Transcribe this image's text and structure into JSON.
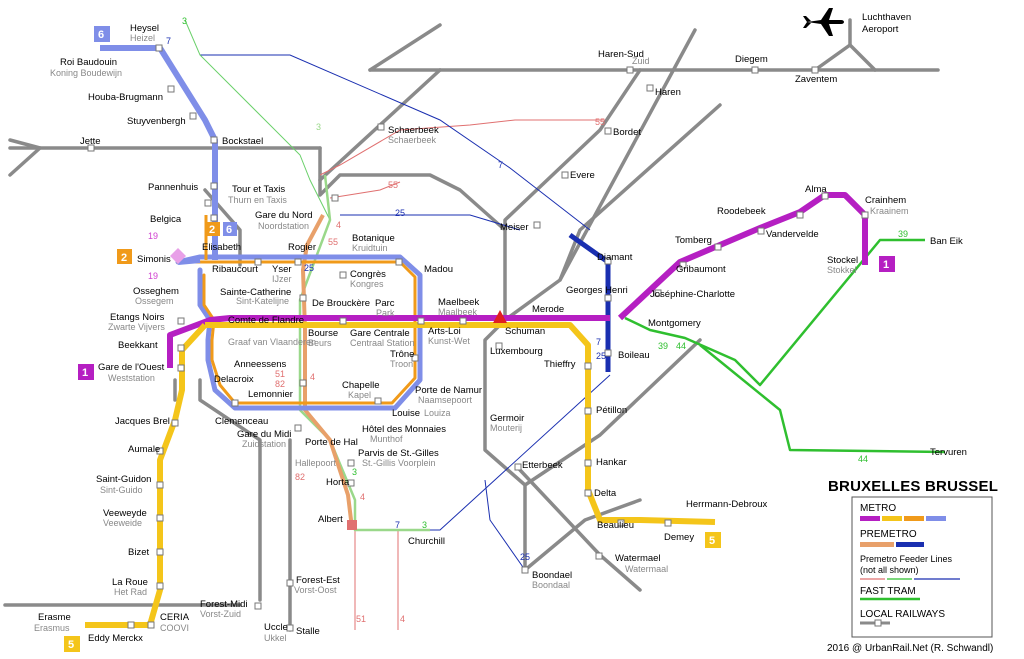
{
  "colors": {
    "line1": "#b51fc2",
    "line2_6": "#f09a1a",
    "line5": "#f4c51a",
    "line6": "#7f8ee8",
    "premetro_orange": "#e8a06a",
    "premetro_blue": "#1a2fb0",
    "fast_tram": "#2fbf2f",
    "feeder": "#e07070",
    "rail": "#8a8a8a",
    "green_light": "#9ad88a"
  },
  "title": "BRUXELLES BRUSSEL",
  "credit": "2016 @ UrbanRail.Net (R. Schwandl)",
  "legend": {
    "metro": "METRO",
    "premetro": "PREMETRO",
    "feeder": "Premetro Feeder Lines",
    "feeder_note": "(not all shown)",
    "fast_tram": "FAST TRAM",
    "local_railways": "LOCAL RAILWAYS"
  },
  "airport": {
    "line1": "Luchthaven",
    "line2": "Aeroport"
  },
  "line_badges": [
    {
      "num": "6",
      "color": "#7f8ee8"
    },
    {
      "num": "2",
      "color": "#f09a1a"
    },
    {
      "num": "6",
      "color": "#7f8ee8"
    },
    {
      "num": "2",
      "color": "#f09a1a"
    },
    {
      "num": "1",
      "color": "#b51fc2"
    },
    {
      "num": "1",
      "color": "#b51fc2"
    },
    {
      "num": "5",
      "color": "#f4c51a"
    },
    {
      "num": "5",
      "color": "#f4c51a"
    }
  ],
  "route_numbers": [
    "3",
    "7",
    "55",
    "7",
    "55",
    "25",
    "4",
    "55",
    "19",
    "19",
    "25",
    "7",
    "25",
    "39",
    "39",
    "44",
    "44",
    "51",
    "82",
    "4",
    "82",
    "3",
    "4",
    "7",
    "3",
    "25",
    "51",
    "4",
    "3"
  ],
  "stations": [
    {
      "name": "Heysel",
      "alt": "Heizel"
    },
    {
      "name": "Roi Baudouin",
      "alt": "Koning Boudewijn"
    },
    {
      "name": "Houba-Brugmann",
      "alt": ""
    },
    {
      "name": "Stuyvenbergh",
      "alt": ""
    },
    {
      "name": "Bockstael",
      "alt": ""
    },
    {
      "name": "Jette",
      "alt": ""
    },
    {
      "name": "Pannenhuis",
      "alt": ""
    },
    {
      "name": "Tour et Taxis",
      "alt": "Thurn en Taxis"
    },
    {
      "name": "Belgica",
      "alt": ""
    },
    {
      "name": "Elisabeth",
      "alt": ""
    },
    {
      "name": "Simonis",
      "alt": ""
    },
    {
      "name": "Gare du Nord",
      "alt": "Noordstation"
    },
    {
      "name": "Rogier",
      "alt": ""
    },
    {
      "name": "Botanique",
      "alt": "Kruidtuin"
    },
    {
      "name": "Schaerbeek",
      "alt": "Schaerbeek"
    },
    {
      "name": "Ribaucourt",
      "alt": ""
    },
    {
      "name": "Yser",
      "alt": "IJzer"
    },
    {
      "name": "Congrès",
      "alt": "Kongres"
    },
    {
      "name": "Madou",
      "alt": ""
    },
    {
      "name": "Osseghem",
      "alt": "Ossegem"
    },
    {
      "name": "Sainte-Catherine",
      "alt": "Sint-Katelijne"
    },
    {
      "name": "De Brouckère",
      "alt": ""
    },
    {
      "name": "Parc",
      "alt": "Park"
    },
    {
      "name": "Maelbeek",
      "alt": "Maalbeek"
    },
    {
      "name": "Etangs Noirs",
      "alt": "Zwarte Vijvers"
    },
    {
      "name": "Comte de Flandre",
      "alt": "Graaf van Vlaanderen"
    },
    {
      "name": "Bourse",
      "alt": "Beurs"
    },
    {
      "name": "Gare Centrale",
      "alt": "Centraal Station"
    },
    {
      "name": "Arts-Loi",
      "alt": "Kunst-Wet"
    },
    {
      "name": "Schuman",
      "alt": ""
    },
    {
      "name": "Beekkant",
      "alt": ""
    },
    {
      "name": "Trône",
      "alt": "Troon"
    },
    {
      "name": "Luxembourg",
      "alt": ""
    },
    {
      "name": "Anneessens",
      "alt": ""
    },
    {
      "name": "Gare de l'Ouest",
      "alt": "Weststation"
    },
    {
      "name": "Delacroix",
      "alt": ""
    },
    {
      "name": "Chapelle",
      "alt": "Kapel"
    },
    {
      "name": "Lemonnier",
      "alt": ""
    },
    {
      "name": "Porte de Namur",
      "alt": "Naamsepoort"
    },
    {
      "name": "Louise",
      "alt": "Louiza"
    },
    {
      "name": "Jacques Brel",
      "alt": ""
    },
    {
      "name": "Clemenceau",
      "alt": ""
    },
    {
      "name": "Gare du Midi",
      "alt": "Zuidstation"
    },
    {
      "name": "Hôtel des Monnaies",
      "alt": "Munthof"
    },
    {
      "name": "Porte de Hal",
      "alt": "Hallepoort"
    },
    {
      "name": "Parvis de St.-Gilles",
      "alt": "St.-Gillis Voorplein"
    },
    {
      "name": "Aumale",
      "alt": ""
    },
    {
      "name": "Horta",
      "alt": ""
    },
    {
      "name": "Saint-Guidon",
      "alt": "Sint-Guido"
    },
    {
      "name": "Veeweyde",
      "alt": "Veeweide"
    },
    {
      "name": "Albert",
      "alt": ""
    },
    {
      "name": "Churchill",
      "alt": ""
    },
    {
      "name": "Bizet",
      "alt": ""
    },
    {
      "name": "La Roue",
      "alt": "Het Rad"
    },
    {
      "name": "CERIA",
      "alt": "COOVI"
    },
    {
      "name": "Erasme",
      "alt": "Erasmus"
    },
    {
      "name": "Eddy Merckx",
      "alt": ""
    },
    {
      "name": "Forest-Est",
      "alt": "Vorst-Oost"
    },
    {
      "name": "Forest-Midi",
      "alt": "Vorst-Zuid"
    },
    {
      "name": "Uccle",
      "alt": "Ukkel"
    },
    {
      "name": "Stalle",
      "alt": ""
    },
    {
      "name": "Germoir",
      "alt": "Mouterij"
    },
    {
      "name": "Etterbeek",
      "alt": ""
    },
    {
      "name": "Boondael",
      "alt": "Boondaal"
    },
    {
      "name": "Watermael",
      "alt": "Watermaal"
    },
    {
      "name": "Thieffry",
      "alt": ""
    },
    {
      "name": "Pétillon",
      "alt": ""
    },
    {
      "name": "Hankar",
      "alt": ""
    },
    {
      "name": "Delta",
      "alt": ""
    },
    {
      "name": "Beaulieu",
      "alt": ""
    },
    {
      "name": "Demey",
      "alt": ""
    },
    {
      "name": "Herrmann-Debroux",
      "alt": ""
    },
    {
      "name": "Merode",
      "alt": ""
    },
    {
      "name": "Boileau",
      "alt": ""
    },
    {
      "name": "Montgomery",
      "alt": ""
    },
    {
      "name": "Georges Henri",
      "alt": ""
    },
    {
      "name": "Diamant",
      "alt": ""
    },
    {
      "name": "Meiser",
      "alt": ""
    },
    {
      "name": "Evere",
      "alt": ""
    },
    {
      "name": "Bordet",
      "alt": ""
    },
    {
      "name": "Haren",
      "alt": ""
    },
    {
      "name": "Haren-Sud",
      "alt": "Zuid"
    },
    {
      "name": "Diegem",
      "alt": ""
    },
    {
      "name": "Zaventem",
      "alt": ""
    },
    {
      "name": "Joséphine-Charlotte",
      "alt": ""
    },
    {
      "name": "Gribaumont",
      "alt": ""
    },
    {
      "name": "Tomberg",
      "alt": ""
    },
    {
      "name": "Roodebeek",
      "alt": ""
    },
    {
      "name": "Vandervelde",
      "alt": ""
    },
    {
      "name": "Alma",
      "alt": ""
    },
    {
      "name": "Crainhem",
      "alt": "Kraainem"
    },
    {
      "name": "Stockel",
      "alt": "Stokkel"
    },
    {
      "name": "Ban Eik",
      "alt": ""
    },
    {
      "name": "Tervuren",
      "alt": ""
    }
  ]
}
